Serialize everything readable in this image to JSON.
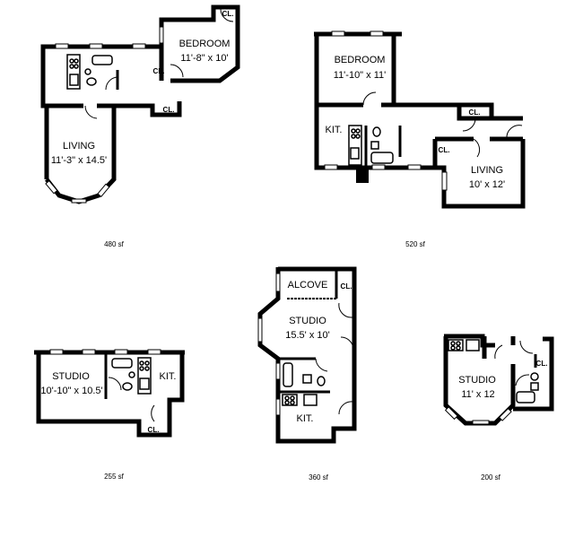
{
  "plans": [
    {
      "area": "480 sf",
      "rooms": [
        {
          "name": "BEDROOM",
          "size": "11'-8\" x 10'"
        },
        {
          "name": "LIVING",
          "size": "11'-3\" x 14.5'"
        }
      ],
      "closet_label": "CL."
    },
    {
      "area": "520 sf",
      "rooms": [
        {
          "name": "BEDROOM",
          "size": "11'-10\" x 11'"
        },
        {
          "name": "LIVING",
          "size": "10' x 12'"
        },
        {
          "name": "KIT."
        }
      ],
      "closet_label": "CL."
    },
    {
      "area": "255 sf",
      "rooms": [
        {
          "name": "STUDIO",
          "size": "10'-10\" x 10.5'"
        },
        {
          "name": "KIT."
        }
      ],
      "closet_label": "CL."
    },
    {
      "area": "360 sf",
      "rooms": [
        {
          "name": "ALCOVE"
        },
        {
          "name": "STUDIO",
          "size": "15.5' x 10'"
        },
        {
          "name": "KIT."
        }
      ],
      "closet_label": "CL."
    },
    {
      "area": "200 sf",
      "rooms": [
        {
          "name": "STUDIO",
          "size": "11' x 12"
        }
      ],
      "closet_label": "CL."
    }
  ]
}
